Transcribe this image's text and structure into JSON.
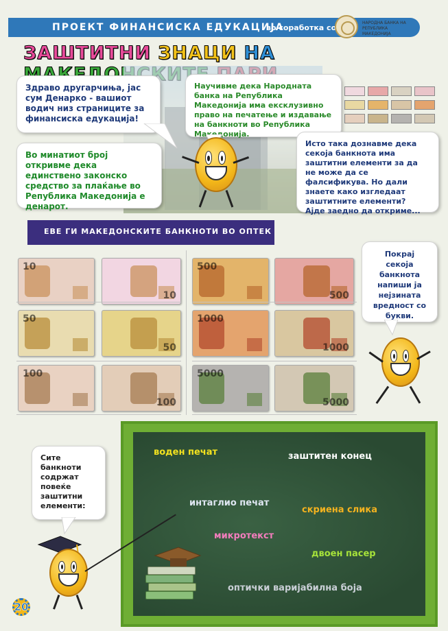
{
  "header": {
    "title": "ПРОЕКТ ФИНАНСИСКА ЕДУКАЦИЈА",
    "collab": "во соработка со",
    "bank_name": "НАРОДНА БАНКА НА РЕПУБЛИКА МАКЕДОНИЈА"
  },
  "main_title_words": [
    {
      "text": "ЗАШТИТНИ",
      "color": "#e84b9a"
    },
    {
      "text": "ЗНАЦИ",
      "color": "#f3c21a"
    },
    {
      "text": "НА",
      "color": "#2f8fd6"
    },
    {
      "text": "МАКЕДОНСКИТЕ",
      "color": "#3aa73a"
    },
    {
      "text": "ПАРИ",
      "color": "#e8334a"
    }
  ],
  "bubbles": {
    "intro": "Здраво другарчиња, јас сум Денарко - вашиот водич низ страниците за финансиска едукација!",
    "previous": "Во минатиот број откривме дека единствено законско средство за плаќање во Република Македонија е денарот.",
    "learned": "Научивме дека Народната банка на Република Македонија има ексклузивно право на печатење и издавање на банкноти во Република Македонија.",
    "question": "Исто така дознавме дека секоја банкнота има заштитни елементи за да не може да се фалсификува. Но дали знаете како изгледаат заштитните елементи?",
    "question_cta": "Ајде заедно да откриме...",
    "task": "Покрај секоја банкнота напиши ја нејзината вредност со букви.",
    "elements": "Сите банкноти содржат повеќе заштитни елементи:"
  },
  "ribbon": "ЕВЕ ГИ МАКЕДОНСКИТЕ БАНКНОТИ ВО ОПТЕК",
  "banknotes": [
    {
      "value": "10",
      "front": "#e9d1c4",
      "back": "#f2d6e2",
      "accent": "#c9925d"
    },
    {
      "value": "50",
      "front": "#e9dcb0",
      "back": "#e6d48a",
      "accent": "#b88d3b"
    },
    {
      "value": "100",
      "front": "#e9d2c2",
      "back": "#e3cdb8",
      "accent": "#a57b52"
    },
    {
      "value": "500",
      "front": "#e3b46a",
      "back": "#e5a7a2",
      "accent": "#b5662c"
    },
    {
      "value": "1000",
      "front": "#e4a46e",
      "back": "#d9c7a0",
      "accent": "#b34a2d"
    },
    {
      "value": "5000",
      "front": "#b5b3b0",
      "back": "#d3c8b4",
      "accent": "#5a7f3b"
    }
  ],
  "board_terms": [
    {
      "text": "воден печат",
      "color": "#f3e21f"
    },
    {
      "text": "заштитен конец",
      "color": "#ffffff"
    },
    {
      "text": "интаглио печат",
      "color": "#dfe7f2"
    },
    {
      "text": "скриена слика",
      "color": "#f3b21f"
    },
    {
      "text": "микротекст",
      "color": "#f37dbd"
    },
    {
      "text": "двоен пасер",
      "color": "#a6e23a"
    },
    {
      "text": "оптички варијабилна боја",
      "color": "#c9cfd6"
    }
  ],
  "page_number": "20"
}
